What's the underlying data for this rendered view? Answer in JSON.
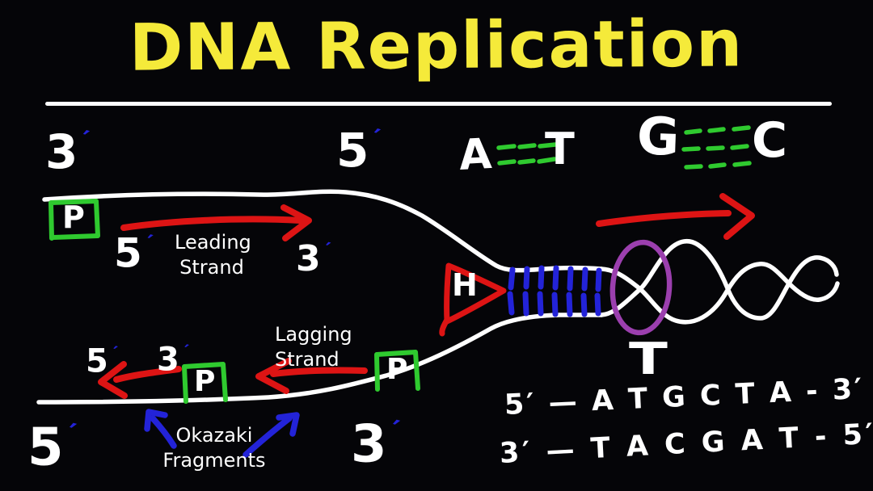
{
  "title": "DNA Replication",
  "colors": {
    "background": "#050508",
    "title": "#f5ea3a",
    "white": "#ffffff",
    "red": "#dd1414",
    "blue": "#2323d8",
    "green": "#2fca2f",
    "purple": "#9b3fae"
  },
  "strand_end_labels": {
    "top_left_3": {
      "digit": "3",
      "prime": "′"
    },
    "top_mid_5": {
      "digit": "5",
      "prime": "′"
    },
    "leading_5": {
      "digit": "5",
      "prime": "′"
    },
    "leading_3": {
      "digit": "3",
      "prime": "′"
    },
    "lagging_5": {
      "digit": "5",
      "prime": "′"
    },
    "lagging_3": {
      "digit": "3",
      "prime": "′"
    },
    "bottom_left_5": {
      "digit": "5",
      "prime": "′"
    },
    "bottom_mid_3": {
      "digit": "3",
      "prime": "′"
    }
  },
  "annotations": {
    "leading_strand": {
      "line1": "Leading",
      "line2": "Strand"
    },
    "lagging_strand": {
      "line1": "Lagging",
      "line2": "Strand"
    },
    "okazaki": {
      "line1": "Okazaki",
      "line2": "Fragments"
    }
  },
  "base_pairing": {
    "adenine": "A",
    "thymine": "T",
    "guanine": "G",
    "cytosine": "C"
  },
  "enzyme_labels": {
    "helicase": "H",
    "primer_leading": "P",
    "primer_lagging_left": "P",
    "primer_lagging_right": "P"
  },
  "helix_label": "T",
  "sequences": {
    "top": "5′ — A T G C T A - 3′",
    "bottom": "3′ — T A C G A T - 5′"
  }
}
